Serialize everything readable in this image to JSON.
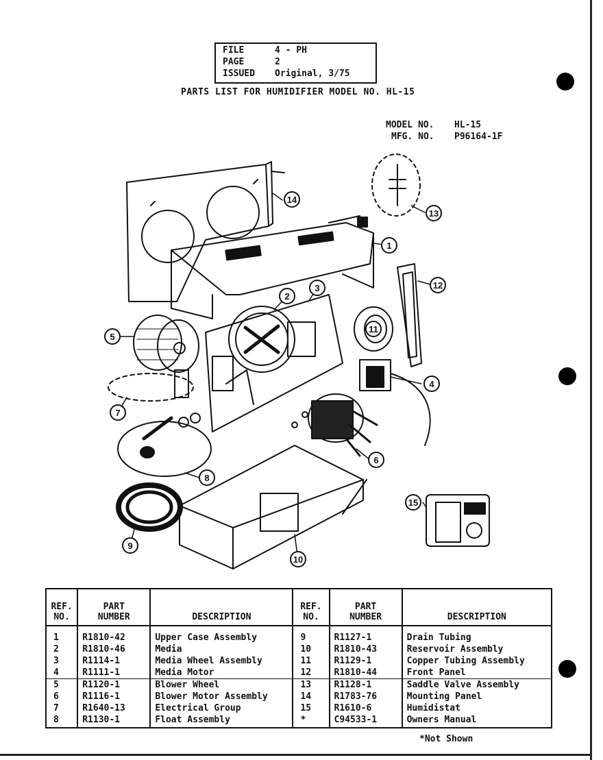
{
  "header": {
    "file_label": "FILE",
    "file_value": "4 - PH",
    "page_label": "PAGE",
    "page_value": "2",
    "issued_label": "ISSUED",
    "issued_value": "Original, 3/75"
  },
  "title": "PARTS LIST FOR HUMIDIFIER MODEL NO. HL-15",
  "model": {
    "model_label": "MODEL NO.",
    "model_value": "HL-15",
    "mfg_label": "MFG. NO.",
    "mfg_value": "P96164-1F"
  },
  "callouts": [
    "1",
    "2",
    "3",
    "4",
    "5",
    "6",
    "7",
    "8",
    "9",
    "10",
    "11",
    "12",
    "13",
    "14",
    "15"
  ],
  "table": {
    "headers": {
      "ref": "REF.\nNO.",
      "part": "PART\nNUMBER",
      "desc": "DESCRIPTION"
    },
    "left": [
      {
        "ref": "1",
        "part": "R1810-42",
        "desc": "Upper Case Assembly"
      },
      {
        "ref": "2",
        "part": "R1810-46",
        "desc": "Media"
      },
      {
        "ref": "3",
        "part": "R1114-1",
        "desc": "Media Wheel Assembly"
      },
      {
        "ref": "4",
        "part": "R1111-1",
        "desc": "Media Motor"
      },
      {
        "ref": "5",
        "part": "R1120-1",
        "desc": "Blower Wheel"
      },
      {
        "ref": "6",
        "part": "R1116-1",
        "desc": "Blower Motor Assembly"
      },
      {
        "ref": "7",
        "part": "R1640-13",
        "desc": "Electrical Group"
      },
      {
        "ref": "8",
        "part": "R1130-1",
        "desc": "Float Assembly"
      }
    ],
    "right": [
      {
        "ref": "9",
        "part": "R1127-1",
        "desc": "Drain Tubing"
      },
      {
        "ref": "10",
        "part": "R1810-43",
        "desc": "Reservoir Assembly"
      },
      {
        "ref": "11",
        "part": "R1129-1",
        "desc": "Copper Tubing Assembly"
      },
      {
        "ref": "12",
        "part": "R1810-44",
        "desc": "Front Panel"
      },
      {
        "ref": "13",
        "part": "R1128-1",
        "desc": "Saddle Valve Assembly"
      },
      {
        "ref": "14",
        "part": "R1783-76",
        "desc": "Mounting Panel"
      },
      {
        "ref": "15",
        "part": "R1610-6",
        "desc": "Humidistat"
      },
      {
        "ref": "*",
        "part": "C94533-1",
        "desc": "Owners Manual"
      }
    ]
  },
  "footnote": "*Not Shown"
}
